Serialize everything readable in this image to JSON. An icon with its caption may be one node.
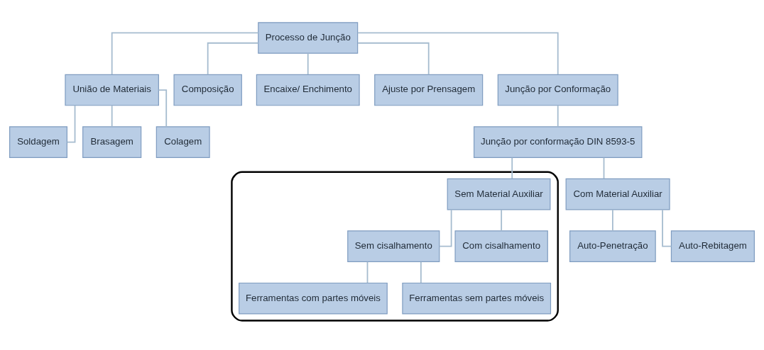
{
  "diagram": {
    "nodes": [
      {
        "text": [
          "Processo de Junção"
        ]
      },
      {
        "text": [
          "União de Materiais"
        ]
      },
      {
        "text": [
          "Composição"
        ]
      },
      {
        "text": [
          "Encaixe/ Enchimento"
        ]
      },
      {
        "text": [
          "Ajuste por Prensagem"
        ]
      },
      {
        "text": [
          "Junção por Conformação"
        ]
      },
      {
        "text": [
          "Soldagem"
        ]
      },
      {
        "text": [
          "Brasagem"
        ]
      },
      {
        "text": [
          "Colagem"
        ]
      },
      {
        "text": [
          "Junção por conformação DIN 8593-5"
        ]
      },
      {
        "text": [],
        "shape": "box"
      },
      {
        "text": [
          "Sem Material Auxiliar"
        ],
        "in": 10
      },
      {
        "text": [
          "Com Material Auxiliar"
        ]
      },
      {
        "text": [
          "Sem cisalhamento"
        ],
        "in": 10
      },
      {
        "text": [
          "Com cisalhamento"
        ],
        "in": 10
      },
      {
        "text": [
          "Auto-Penetração"
        ]
      },
      {
        "text": [
          "Auto-Rebitagem"
        ]
      },
      {
        "text": [
          "Ferramentas com partes móveis"
        ],
        "in": 10
      },
      {
        "text": [
          "Ferramentas sem partes móveis"
        ],
        "in": 10
      }
    ],
    "edges": [
      {
        "from": 0,
        "to": 1,
        "arrow": "none"
      },
      {
        "from": 0,
        "to": 2,
        "arrow": "none"
      },
      {
        "from": 0,
        "to": 3,
        "arrow": "none"
      },
      {
        "from": 0,
        "to": 4,
        "arrow": "none"
      },
      {
        "from": 0,
        "to": 5,
        "arrow": "none"
      },
      {
        "from": 1,
        "to": 6,
        "arrow": "none"
      },
      {
        "from": 1,
        "to": 7,
        "arrow": "none"
      },
      {
        "from": 1,
        "to": 8,
        "arrow": "none"
      },
      {
        "from": 5,
        "to": 9,
        "arrow": "none"
      },
      {
        "from": 9,
        "to": 11,
        "arrow": "none"
      },
      {
        "from": 9,
        "to": 12,
        "arrow": "none"
      },
      {
        "from": 11,
        "to": 13,
        "arrow": "none"
      },
      {
        "from": 11,
        "to": 14,
        "arrow": "none"
      },
      {
        "from": 12,
        "to": 15,
        "arrow": "none"
      },
      {
        "from": 12,
        "to": 16,
        "arrow": "none"
      },
      {
        "from": 13,
        "to": 17,
        "arrow": "none"
      },
      {
        "from": 13,
        "to": 18,
        "arrow": "none"
      }
    ]
  }
}
